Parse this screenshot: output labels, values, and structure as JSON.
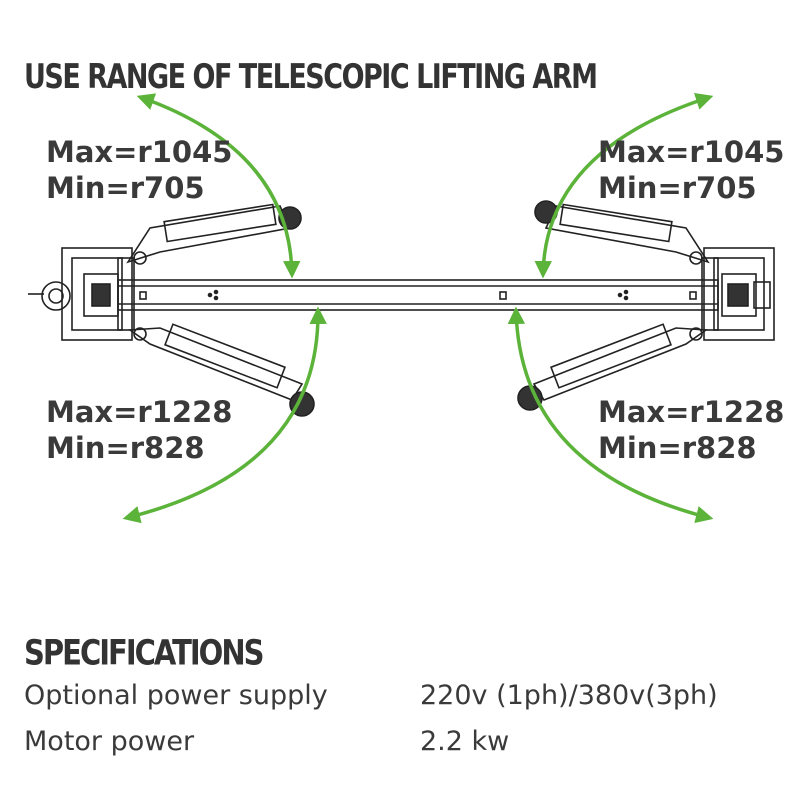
{
  "title": "USE RANGE OF TELESCOPIC LIFTING ARM",
  "ranges": {
    "top_left": {
      "max": "Max=r1045",
      "min": "Min=r705"
    },
    "top_right": {
      "max": "Max=r1045",
      "min": "Min=r705"
    },
    "bottom_left": {
      "max": "Max=r1228",
      "min": "Min=r828"
    },
    "bottom_right": {
      "max": "Max=r1228",
      "min": "Min=r828"
    }
  },
  "colors": {
    "arrow": "#5cb33a",
    "text": "#3a3a3a",
    "line": "#222222"
  },
  "specifications": {
    "heading": "SPECIFICATIONS",
    "rows": [
      {
        "label": "Optional power supply",
        "value": "220v (1ph)/380v(3ph)"
      },
      {
        "label": "Motor power",
        "value": "2.2 kw"
      }
    ]
  }
}
